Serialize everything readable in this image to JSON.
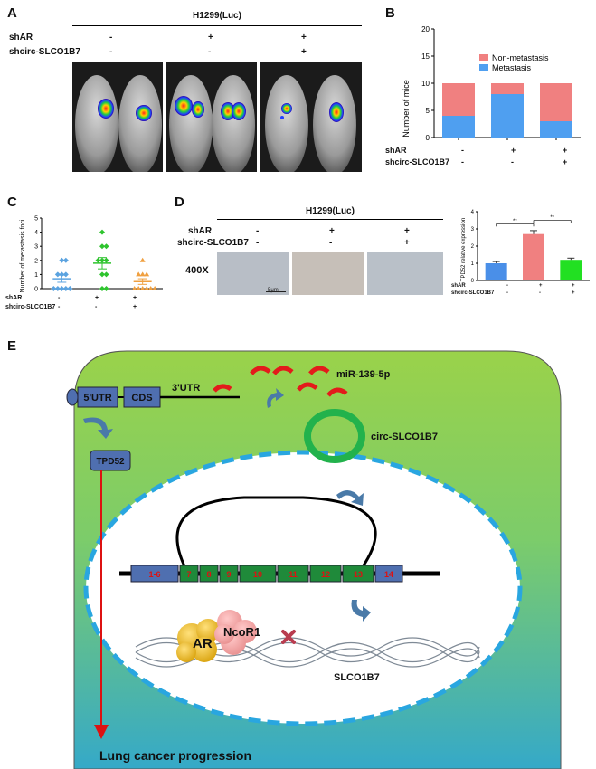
{
  "panel_labels": {
    "a": "A",
    "b": "B",
    "c": "C",
    "d": "D",
    "e": "E"
  },
  "panel_a": {
    "title": "H1299(Luc)",
    "row1_label": "shAR",
    "row2_label": "shcirc-SLCO1B7",
    "row1_signs": [
      "-",
      "+",
      "+"
    ],
    "row2_signs": [
      "-",
      "-",
      "+"
    ]
  },
  "panel_b": {
    "ylabel": "Number of mice",
    "row1_label": "shAR",
    "row2_label": "shcirc-SLCO1B7",
    "row1_signs": [
      "-",
      "+",
      "+"
    ],
    "row2_signs": [
      "-",
      "-",
      "+"
    ]
  },
  "panel_c": {
    "ylabel": "Number of metastasis foci",
    "row1_label": "shAR",
    "row2_label": "shcirc-SLCO1B7",
    "row1_signs": [
      "-",
      "+",
      "+"
    ],
    "row2_signs": [
      "-",
      "-",
      "+"
    ]
  },
  "panel_d": {
    "title": "H1299(Luc)",
    "row1_label": "shAR",
    "row2_label": "shcirc-SLCO1B7",
    "row1_signs": [
      "-",
      "+",
      "+"
    ],
    "row2_signs": [
      "-",
      "-",
      "+"
    ],
    "magnification": "400X",
    "scalebar": "5μm",
    "bar_ylabel": "TPD52 relative expression",
    "bar_row1_label": "shAR",
    "bar_row2_label": "shcirc-SLCO1B7",
    "bar_row1_signs": [
      "-",
      "+",
      "+"
    ],
    "bar_row2_signs": [
      "-",
      "-",
      "+"
    ],
    "sig": [
      "**",
      "**"
    ]
  },
  "panel_e": {
    "utr5": "5'UTR",
    "cds": "CDS",
    "utr3": "3'UTR",
    "mirna": "miR-139-5p",
    "circ": "circ-SLCO1B7",
    "tpd52": "TPD52",
    "exons": [
      "1-6",
      "7",
      "8",
      "9",
      "10",
      "11",
      "12",
      "13",
      "14"
    ],
    "ar": "AR",
    "ncor1": "NcoR1",
    "gene": "SLCO1B7",
    "outcome": "Lung cancer progression"
  },
  "colors": {
    "non_metastasis": "#f08080",
    "metastasis": "#4f9ff0",
    "cell_green": "#96d548",
    "cell_teal": "#35a8c6",
    "nucleus_dash": "#29a6e0",
    "exon_blue": "#4f6fb0",
    "exon_green": "#1f8a3a",
    "circ_green": "#22b24c",
    "mirna_red": "#e31b1b"
  },
  "chart_data": [
    {
      "type": "bar",
      "stacked": true,
      "categories": [
        "- / -",
        "+ / -",
        "+ / +"
      ],
      "series": [
        {
          "name": "Metastasis",
          "values": [
            4,
            8,
            3
          ]
        },
        {
          "name": "Non-metastasis",
          "values": [
            6,
            2,
            7
          ]
        }
      ],
      "ylabel": "Number of mice",
      "ylim": [
        0,
        20
      ],
      "yticks": [
        0,
        5,
        10,
        15,
        20
      ],
      "legend": "top-right"
    },
    {
      "type": "scatter",
      "categories": [
        "- / -",
        "+ / -",
        "+ / +"
      ],
      "ylabel": "Number of metastasis foci",
      "ylim": [
        0,
        5
      ],
      "yticks": [
        0,
        1,
        2,
        3,
        4,
        5
      ],
      "points": [
        [
          2,
          2,
          1,
          1,
          0,
          0,
          0,
          0,
          0,
          1
        ],
        [
          4,
          3,
          3,
          2,
          2,
          1,
          1,
          0,
          0,
          2
        ],
        [
          2,
          1,
          1,
          0,
          0,
          0,
          0,
          0,
          0,
          1
        ]
      ],
      "mean": [
        0.7,
        1.8,
        0.5
      ],
      "sem": [
        0.25,
        0.4,
        0.2
      ],
      "colors": [
        "#5ba3e0",
        "#2ec42e",
        "#f0a040"
      ]
    },
    {
      "type": "bar",
      "categories": [
        "- / -",
        "+ / -",
        "+ / +"
      ],
      "values": [
        1.0,
        2.7,
        1.2
      ],
      "errors": [
        0.1,
        0.2,
        0.1
      ],
      "ylabel": "TPD52 relative expression",
      "ylim": [
        0,
        4
      ],
      "yticks": [
        0,
        1,
        2,
        3,
        4
      ],
      "colors": [
        "#4a8fe8",
        "#f08080",
        "#22e022"
      ]
    }
  ]
}
